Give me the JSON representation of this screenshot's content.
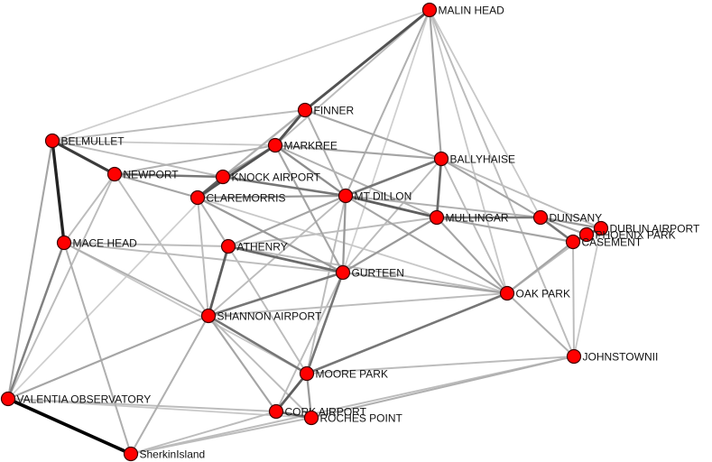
{
  "nodes": [
    {
      "id": "MALIN_HEAD",
      "label": "MALIN HEAD"
    },
    {
      "id": "FINNER",
      "label": "FINNER"
    },
    {
      "id": "BELMULLET",
      "label": "BELMULLET"
    },
    {
      "id": "MARKREE",
      "label": "MARKREE"
    },
    {
      "id": "BALLYHAISE",
      "label": "BALLYHAISE"
    },
    {
      "id": "NEWPORT",
      "label": "NEWPORT"
    },
    {
      "id": "KNOCK_AIRPORT",
      "label": "KNOCK AIRPORT"
    },
    {
      "id": "CLAREMORRIS",
      "label": "CLAREMORRIS"
    },
    {
      "id": "MT_DILLON",
      "label": "MT DILLON"
    },
    {
      "id": "MULLINGAR",
      "label": "MULLINGAR"
    },
    {
      "id": "DUNSANY",
      "label": "DUNSANY"
    },
    {
      "id": "DUBLIN_AIRPORT",
      "label": "DUBLIN AIRPORT"
    },
    {
      "id": "PHOENIX_PARK",
      "label": "PHOENIX PARK"
    },
    {
      "id": "CASEMENT",
      "label": "CASEMENT"
    },
    {
      "id": "MACE_HEAD",
      "label": "MACE HEAD"
    },
    {
      "id": "ATHENRY",
      "label": "ATHENRY"
    },
    {
      "id": "GURTEEN",
      "label": "GURTEEN"
    },
    {
      "id": "OAK_PARK",
      "label": "OAK PARK"
    },
    {
      "id": "SHANNON_AIRPORT",
      "label": "SHANNON AIRPORT"
    },
    {
      "id": "JOHNSTOWNII",
      "label": "JOHNSTOWNII"
    },
    {
      "id": "MOORE_PARK",
      "label": "MOORE PARK"
    },
    {
      "id": "VALENTIA_OBSERVATORY",
      "label": "VALENTIA OBSERVATORY"
    },
    {
      "id": "CORK_AIRPORT",
      "label": "CORK AIRPORT"
    },
    {
      "id": "ROCHES_POINT",
      "label": "ROCHES POINT"
    },
    {
      "id": "SHERKINISLAND",
      "label": "SherkinIsland"
    }
  ],
  "edges": [
    {
      "source": "VALENTIA_OBSERVATORY",
      "target": "SHERKINISLAND",
      "weight": 1.0
    },
    {
      "source": "BELMULLET",
      "target": "MACE_HEAD",
      "weight": 0.85
    },
    {
      "source": "BELMULLET",
      "target": "NEWPORT",
      "weight": 0.75
    },
    {
      "source": "MALIN_HEAD",
      "target": "FINNER",
      "weight": 0.65
    },
    {
      "source": "FINNER",
      "target": "MARKREE",
      "weight": 0.65
    },
    {
      "source": "MARKREE",
      "target": "CLAREMORRIS",
      "weight": 0.65
    },
    {
      "source": "NEWPORT",
      "target": "KNOCK_AIRPORT",
      "weight": 0.5
    },
    {
      "source": "KNOCK_AIRPORT",
      "target": "CLAREMORRIS",
      "weight": 0.6
    },
    {
      "source": "KNOCK_AIRPORT",
      "target": "MT_DILLON",
      "weight": 0.5
    },
    {
      "source": "MT_DILLON",
      "target": "MULLINGAR",
      "weight": 0.6
    },
    {
      "source": "MT_DILLON",
      "target": "BALLYHAISE",
      "weight": 0.5
    },
    {
      "source": "BALLYHAISE",
      "target": "MULLINGAR",
      "weight": 0.55
    },
    {
      "source": "MULLINGAR",
      "target": "DUNSANY",
      "weight": 0.5
    },
    {
      "source": "DUNSANY",
      "target": "CASEMENT",
      "weight": 0.5
    },
    {
      "source": "DUBLIN_AIRPORT",
      "target": "PHOENIX_PARK",
      "weight": 0.6
    },
    {
      "source": "PHOENIX_PARK",
      "target": "CASEMENT",
      "weight": 0.6
    },
    {
      "source": "ATHENRY",
      "target": "GURTEEN",
      "weight": 0.55
    },
    {
      "source": "ATHENRY",
      "target": "SHANNON_AIRPORT",
      "weight": 0.6
    },
    {
      "source": "SHANNON_AIRPORT",
      "target": "GURTEEN",
      "weight": 0.5
    },
    {
      "source": "SHANNON_AIRPORT",
      "target": "MOORE_PARK",
      "weight": 0.5
    },
    {
      "source": "GURTEEN",
      "target": "MOORE_PARK",
      "weight": 0.5
    },
    {
      "source": "GURTEEN",
      "target": "MT_DILLON",
      "weight": 0.35
    },
    {
      "source": "MOORE_PARK",
      "target": "OAK_PARK",
      "weight": 0.5
    },
    {
      "source": "MOORE_PARK",
      "target": "CORK_AIRPORT",
      "weight": 0.6
    },
    {
      "source": "CORK_AIRPORT",
      "target": "ROCHES_POINT",
      "weight": 0.55
    },
    {
      "source": "CORK_AIRPORT",
      "target": "SHERKINISLAND",
      "weight": 0.2
    },
    {
      "source": "ROCHES_POINT",
      "target": "JOHNSTOWNII",
      "weight": 0.25
    },
    {
      "source": "SHERKINISLAND",
      "target": "JOHNSTOWNII",
      "weight": 0.2
    },
    {
      "source": "VALENTIA_OBSERVATORY",
      "target": "MACE_HEAD",
      "weight": 0.45
    },
    {
      "source": "VALENTIA_OBSERVATORY",
      "target": "BELMULLET",
      "weight": 0.3
    },
    {
      "source": "VALENTIA_OBSERVATORY",
      "target": "SHANNON_AIRPORT",
      "weight": 0.3
    },
    {
      "source": "VALENTIA_OBSERVATORY",
      "target": "CORK_AIRPORT",
      "weight": 0.2
    },
    {
      "source": "VALENTIA_OBSERVATORY",
      "target": "NEWPORT",
      "weight": 0.2
    },
    {
      "source": "SHERKINISLAND",
      "target": "SHANNON_AIRPORT",
      "weight": 0.25
    },
    {
      "source": "SHERKINISLAND",
      "target": "MACE_HEAD",
      "weight": 0.25
    },
    {
      "source": "SHERKINISLAND",
      "target": "ROCHES_POINT",
      "weight": 0.2
    },
    {
      "source": "MALIN_HEAD",
      "target": "BALLYHAISE",
      "weight": 0.3
    },
    {
      "source": "MALIN_HEAD",
      "target": "MT_DILLON",
      "weight": 0.25
    },
    {
      "source": "MALIN_HEAD",
      "target": "CLAREMORRIS",
      "weight": 0.2
    },
    {
      "source": "MALIN_HEAD",
      "target": "BELMULLET",
      "weight": 0.12
    },
    {
      "source": "MALIN_HEAD",
      "target": "MARKREE",
      "weight": 0.2
    },
    {
      "source": "MALIN_HEAD",
      "target": "OAK_PARK",
      "weight": 0.15
    },
    {
      "source": "MALIN_HEAD",
      "target": "JOHNSTOWNII",
      "weight": 0.2
    },
    {
      "source": "MALIN_HEAD",
      "target": "GURTEEN",
      "weight": 0.12
    },
    {
      "source": "MALIN_HEAD",
      "target": "DUNSANY",
      "weight": 0.15
    },
    {
      "source": "FINNER",
      "target": "BALLYHAISE",
      "weight": 0.3
    },
    {
      "source": "FINNER",
      "target": "BELMULLET",
      "weight": 0.2
    },
    {
      "source": "FINNER",
      "target": "MT_DILLON",
      "weight": 0.25
    },
    {
      "source": "FINNER",
      "target": "KNOCK_AIRPORT",
      "weight": 0.25
    },
    {
      "source": "MARKREE",
      "target": "BALLYHAISE",
      "weight": 0.3
    },
    {
      "source": "MARKREE",
      "target": "MT_DILLON",
      "weight": 0.4
    },
    {
      "source": "MARKREE",
      "target": "KNOCK_AIRPORT",
      "weight": 0.35
    },
    {
      "source": "MARKREE",
      "target": "GURTEEN",
      "weight": 0.3
    },
    {
      "source": "MARKREE",
      "target": "MULLINGAR",
      "weight": 0.25
    },
    {
      "source": "MARKREE",
      "target": "BELMULLET",
      "weight": 0.15
    },
    {
      "source": "BELMULLET",
      "target": "KNOCK_AIRPORT",
      "weight": 0.2
    },
    {
      "source": "NEWPORT",
      "target": "CLAREMORRIS",
      "weight": 0.3
    },
    {
      "source": "NEWPORT",
      "target": "MARKREE",
      "weight": 0.25
    },
    {
      "source": "NEWPORT",
      "target": "MACE_HEAD",
      "weight": 0.2
    },
    {
      "source": "NEWPORT",
      "target": "SHANNON_AIRPORT",
      "weight": 0.2
    },
    {
      "source": "CLAREMORRIS",
      "target": "ATHENRY",
      "weight": 0.25
    },
    {
      "source": "CLAREMORRIS",
      "target": "GURTEEN",
      "weight": 0.35
    },
    {
      "source": "CLAREMORRIS",
      "target": "MT_DILLON",
      "weight": 0.35
    },
    {
      "source": "CLAREMORRIS",
      "target": "OAK_PARK",
      "weight": 0.15
    },
    {
      "source": "CLAREMORRIS",
      "target": "SHANNON_AIRPORT",
      "weight": 0.2
    },
    {
      "source": "MACE_HEAD",
      "target": "GURTEEN",
      "weight": 0.2
    },
    {
      "source": "MACE_HEAD",
      "target": "ATHENRY",
      "weight": 0.2
    },
    {
      "source": "MACE_HEAD",
      "target": "SHANNON_AIRPORT",
      "weight": 0.25
    },
    {
      "source": "MACE_HEAD",
      "target": "MOORE_PARK",
      "weight": 0.15
    },
    {
      "source": "ATHENRY",
      "target": "MT_DILLON",
      "weight": 0.3
    },
    {
      "source": "ATHENRY",
      "target": "OAK_PARK",
      "weight": 0.2
    },
    {
      "source": "ATHENRY",
      "target": "MOORE_PARK",
      "weight": 0.2
    },
    {
      "source": "ATHENRY",
      "target": "MULLINGAR",
      "weight": 0.2
    },
    {
      "source": "GURTEEN",
      "target": "OAK_PARK",
      "weight": 0.3
    },
    {
      "source": "GURTEEN",
      "target": "MULLINGAR",
      "weight": 0.35
    },
    {
      "source": "GURTEEN",
      "target": "CORK_AIRPORT",
      "weight": 0.2
    },
    {
      "source": "GURTEEN",
      "target": "BALLYHAISE",
      "weight": 0.2
    },
    {
      "source": "MT_DILLON",
      "target": "OAK_PARK",
      "weight": 0.3
    },
    {
      "source": "MT_DILLON",
      "target": "DUNSANY",
      "weight": 0.25
    },
    {
      "source": "MT_DILLON",
      "target": "MOORE_PARK",
      "weight": 0.2
    },
    {
      "source": "MT_DILLON",
      "target": "SHANNON_AIRPORT",
      "weight": 0.2
    },
    {
      "source": "MULLINGAR",
      "target": "OAK_PARK",
      "weight": 0.3
    },
    {
      "source": "MULLINGAR",
      "target": "CASEMENT",
      "weight": 0.3
    },
    {
      "source": "BALLYHAISE",
      "target": "DUNSANY",
      "weight": 0.3
    },
    {
      "source": "BALLYHAISE",
      "target": "DUBLIN_AIRPORT",
      "weight": 0.2
    },
    {
      "source": "BALLYHAISE",
      "target": "OAK_PARK",
      "weight": 0.2
    },
    {
      "source": "DUNSANY",
      "target": "DUBLIN_AIRPORT",
      "weight": 0.35
    },
    {
      "source": "DUNSANY",
      "target": "PHOENIX_PARK",
      "weight": 0.3
    },
    {
      "source": "OAK_PARK",
      "target": "CASEMENT",
      "weight": 0.3
    },
    {
      "source": "OAK_PARK",
      "target": "PHOENIX_PARK",
      "weight": 0.2
    },
    {
      "source": "OAK_PARK",
      "target": "JOHNSTOWNII",
      "weight": 0.25
    },
    {
      "source": "OAK_PARK",
      "target": "SHANNON_AIRPORT",
      "weight": 0.2
    },
    {
      "source": "CASEMENT",
      "target": "JOHNSTOWNII",
      "weight": 0.2
    },
    {
      "source": "DUBLIN_AIRPORT",
      "target": "JOHNSTOWNII",
      "weight": 0.15
    },
    {
      "source": "JOHNSTOWNII",
      "target": "MOORE_PARK",
      "weight": 0.2
    },
    {
      "source": "SHANNON_AIRPORT",
      "target": "CORK_AIRPORT",
      "weight": 0.3
    },
    {
      "source": "SHANNON_AIRPORT",
      "target": "ROCHES_POINT",
      "weight": 0.2
    },
    {
      "source": "MOORE_PARK",
      "target": "ROCHES_POINT",
      "weight": 0.35
    },
    {
      "source": "ROCHES_POINT",
      "target": "VALENTIA_OBSERVATORY",
      "weight": 0.15
    },
    {
      "source": "VALENTIA_OBSERVATORY",
      "target": "KNOCK_AIRPORT",
      "weight": 0.12
    }
  ],
  "colors": {
    "node_fill": "#ff0000",
    "node_stroke": "#3a0000",
    "background": "#ffffff"
  }
}
